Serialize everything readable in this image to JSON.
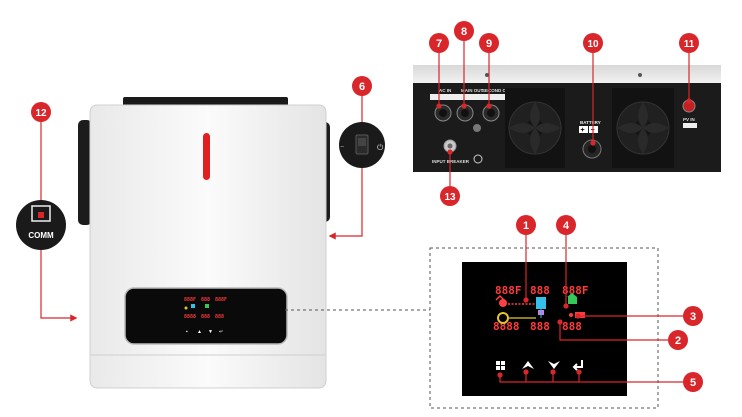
{
  "callouts": [
    {
      "id": "c1",
      "number": "1",
      "color": "#d8262b"
    },
    {
      "id": "c2",
      "number": "2",
      "color": "#d8262b"
    },
    {
      "id": "c3",
      "number": "3",
      "color": "#d8262b"
    },
    {
      "id": "c4",
      "number": "4",
      "color": "#d8262b"
    },
    {
      "id": "c5",
      "number": "5",
      "color": "#d8262b"
    },
    {
      "id": "c6",
      "number": "6",
      "color": "#d8262b"
    },
    {
      "id": "c7",
      "number": "7",
      "color": "#d8262b"
    },
    {
      "id": "c8",
      "number": "8",
      "color": "#d8262b"
    },
    {
      "id": "c9",
      "number": "9",
      "color": "#d8262b"
    },
    {
      "id": "c10",
      "number": "10",
      "color": "#d8262b"
    },
    {
      "id": "c11",
      "number": "11",
      "color": "#d8262b"
    },
    {
      "id": "c12",
      "number": "12",
      "color": "#d8262b"
    },
    {
      "id": "c13",
      "number": "13",
      "color": "#d8262b"
    }
  ],
  "labels": {
    "comm": "COMM",
    "battery": "BATTERY",
    "pv_in": "PV IN",
    "input_breaker": "INPUT BREAKER",
    "ac_in": "AC IN",
    "main_out": "MAIN OUT",
    "second_out": "SECOND OUT"
  },
  "lcd": {
    "top_left": "888F",
    "top_mid": "888",
    "top_right": "888F",
    "bot_left": "8888",
    "bot_mid": "888",
    "bot_right": "888"
  },
  "colors": {
    "accent": "#d8262b",
    "arrow": "#d8262b",
    "lcd_bg": "#000000",
    "inverter_body": "#f4f4f4"
  }
}
